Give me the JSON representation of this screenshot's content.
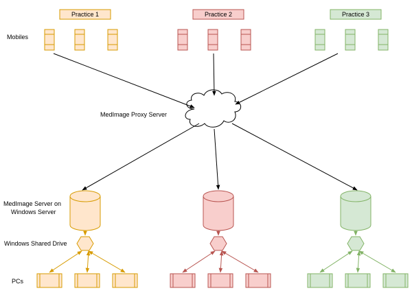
{
  "labels": {
    "mobiles": "Mobiles",
    "proxy": "MedImage Proxy Server",
    "server_line1": "MedImage Server on",
    "server_line2": "Windows Server",
    "shared_drive": "Windows Shared Drive",
    "pcs": "PCs"
  },
  "practices": [
    {
      "name": "Practice 1",
      "stroke": "#d79b00",
      "fill": "#ffe6cc"
    },
    {
      "name": "Practice 2",
      "stroke": "#b85450",
      "fill": "#f8cecc"
    },
    {
      "name": "Practice 3",
      "stroke": "#82b366",
      "fill": "#d5e8d4"
    }
  ],
  "connector_color": "#000000"
}
